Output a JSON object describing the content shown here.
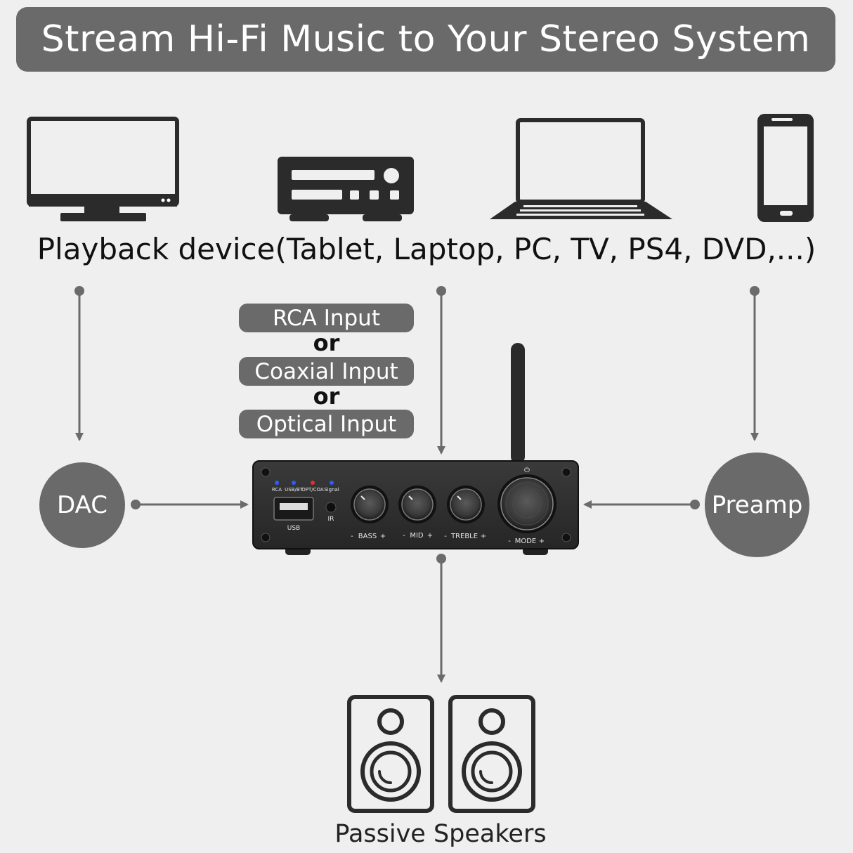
{
  "title": "Stream Hi-Fi Music to Your Stereo System",
  "playback_label": "Playback device(Tablet, Laptop, PC, TV, PS4, DVD,...)",
  "inputs": {
    "rca": "RCA Input",
    "or1": "or",
    "coaxial": "Coaxial Input",
    "or2": "or",
    "optical": "Optical Input"
  },
  "dac_label": "DAC",
  "preamp_label": "Preamp",
  "speakers_label": "Passive Speakers",
  "amp": {
    "leds": [
      "RCA",
      "USB/BT",
      "OPT/COA",
      "Signal"
    ],
    "usb_label": "USB",
    "ir_label": "IR",
    "knobs": [
      "BASS",
      "MID",
      "TREBLE"
    ],
    "mode_label": "MODE",
    "minus": "-",
    "plus": "+",
    "power_symbol": "⏻"
  },
  "colors": {
    "bg": "#efefef",
    "pill": "#6a6a6a",
    "icon": "#2b2b2b",
    "arrow": "#6b6b6b",
    "led_blue": "#2f5cff",
    "led_red": "#e03030"
  },
  "icons": [
    "monitor-icon",
    "dvd-player-icon",
    "laptop-icon",
    "smartphone-icon",
    "speaker-icon",
    "amplifier-device"
  ]
}
